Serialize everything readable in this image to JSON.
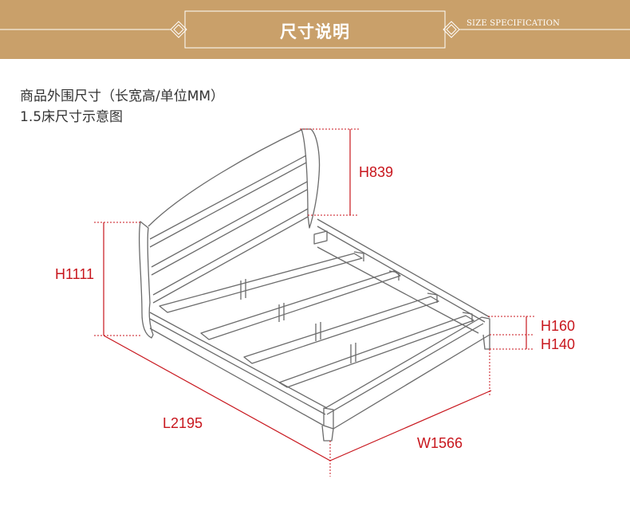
{
  "header": {
    "title": "尺寸说明",
    "subtitle": "SIZE SPECIFICATION",
    "background_color": "#c9a06a"
  },
  "description": {
    "line1": "商品外围尺寸（长宽高/单位MM）",
    "line2": "1.5床尺寸示意图"
  },
  "dimensions": {
    "headboard_height": "H1111",
    "headboard_top": "H839",
    "footboard_height": "H160",
    "leg_height": "H140",
    "length": "L2195",
    "width": "W1566"
  },
  "dimension_color": "#c8161d"
}
